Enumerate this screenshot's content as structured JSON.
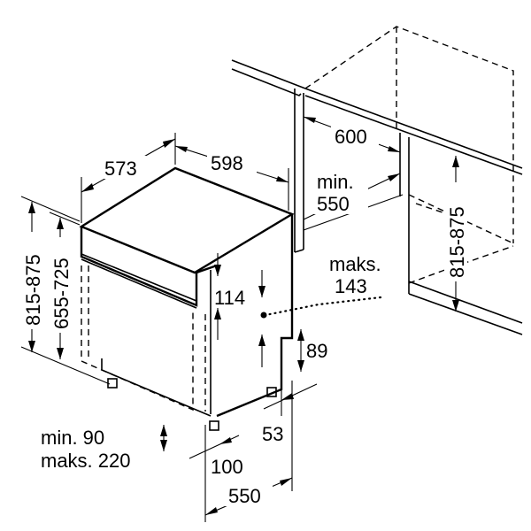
{
  "dimensions": {
    "depth": "573",
    "width": "598",
    "height_range": "815-875",
    "body_height_range": "655-725",
    "niche_width": "600",
    "niche_depth_label": "min.",
    "niche_depth_value": "550",
    "niche_height_range": "815-875",
    "panel_max_label": "maks.",
    "panel_max_value": "143",
    "panel_height": "114",
    "plinth_height": "89",
    "foot_offset": "53",
    "plinth_min": "min. 90",
    "plinth_max": "maks. 220",
    "bottom_depth_1": "100",
    "bottom_depth_2": "550"
  }
}
